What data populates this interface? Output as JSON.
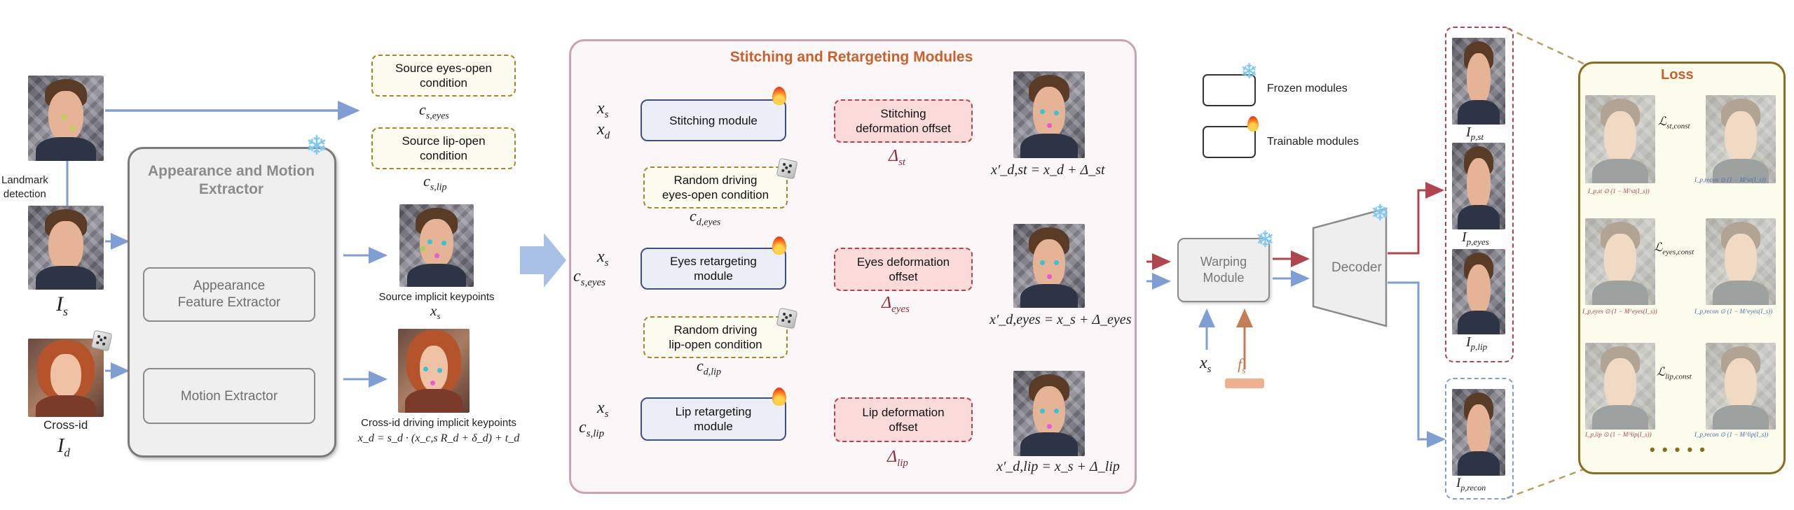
{
  "left": {
    "landmark": "Landmark\ndetection",
    "I_s": "I",
    "I_s_sub": "s",
    "I_d": "I",
    "I_d_sub": "d",
    "cross_id": "Cross-id"
  },
  "extractor": {
    "title": "Appearance and Motion\nExtractor",
    "appearance": "Appearance\nFeature Extractor",
    "motion": "Motion Extractor"
  },
  "conditions": {
    "eyes_box": "Source eyes-open\ncondition",
    "eyes_sym": "c",
    "eyes_sub": "s,eyes",
    "lip_box": "Source lip-open\ncondition",
    "lip_sym": "c",
    "lip_sub": "s,lip",
    "source_kp": "Source implicit keypoints",
    "source_kp_sym": "x",
    "source_kp_sub": "s",
    "cross_kp": "Cross-id driving implicit keypoints",
    "cross_kp_eq": "x_d = s_d · (x_c,s R_d + δ_d) + t_d"
  },
  "modules": {
    "title": "Stitching and Retargeting Modules",
    "stitching": "Stitching module",
    "stitching_offset": "Stitching\ndeformation offset",
    "eyes": "Eyes retargeting\nmodule",
    "eyes_offset": "Eyes deformation\noffset",
    "lip": "Lip retargeting\nmodule",
    "lip_offset": "Lip deformation\noffset",
    "random_eyes": "Random driving\neyes-open condition",
    "random_lip": "Random driving\nlip-open condition",
    "in_xs1": "x",
    "in_xs1_sub": "s",
    "in_xd": "x",
    "in_xd_sub": "d",
    "in_xs2": "x",
    "in_xs2_sub": "s",
    "in_cs_eyes": "c",
    "in_cs_eyes_sub": "s,eyes",
    "in_xs3": "x",
    "in_xs3_sub": "s",
    "in_cs_lip": "c",
    "in_cs_lip_sub": "s,lip",
    "cd_eyes": "c",
    "cd_eyes_sub": "d,eyes",
    "cd_lip": "c",
    "cd_lip_sub": "d,lip",
    "delta_st": "Δ",
    "delta_st_sub": "st",
    "delta_eyes": "Δ",
    "delta_eyes_sub": "eyes",
    "delta_lip": "Δ",
    "delta_lip_sub": "lip",
    "eq_st": "x′_d,st = x_d + Δ_st",
    "eq_eyes": "x′_d,eyes = x_s + Δ_eyes",
    "eq_lip": "x′_d,lip = x_s + Δ_lip"
  },
  "legend": {
    "frozen": "Frozen modules",
    "trainable": "Trainable modules"
  },
  "warp": {
    "warping": "Warping\nModule",
    "decoder": "Decoder",
    "xs": "x",
    "xs_sub": "s",
    "fs": "f",
    "fs_sub": "s"
  },
  "outputs": {
    "ip_st": "I",
    "ip_st_sub": "p,st",
    "ip_eyes": "I",
    "ip_eyes_sub": "p,eyes",
    "ip_lip": "I",
    "ip_lip_sub": "p,lip",
    "ip_recon": "I",
    "ip_recon_sub": "p,recon"
  },
  "loss": {
    "title": "Loss",
    "l_st": "ℒ",
    "l_st_sub": "st,const",
    "l_eyes": "ℒ",
    "l_eyes_sub": "eyes,const",
    "l_lip": "ℒ",
    "l_lip_sub": "lip,const",
    "cap_st_l": "I_p,st ⊙ (1 − M^st(I_s))",
    "cap_st_r": "I_p,recon ⊙ (1 − M^st(I_s))",
    "cap_eyes_l": "I_p,eyes ⊙ (1 − M^eyes(I_s))",
    "cap_eyes_r": "I_p,recon ⊙ (1 − M^eyes(I_s))",
    "cap_lip_l": "I_p,lip ⊙ (1 − M^lip(I_s))",
    "cap_lip_r": "I_p,recon ⊙ (1 − M^lip(I_s))",
    "dots": "• • • • •"
  },
  "colors": {
    "blue_arrow": "#7f9fd4",
    "red_arrow": "#b0454f",
    "orange_title": "#c8612a",
    "gold": "#8a6d1a"
  }
}
